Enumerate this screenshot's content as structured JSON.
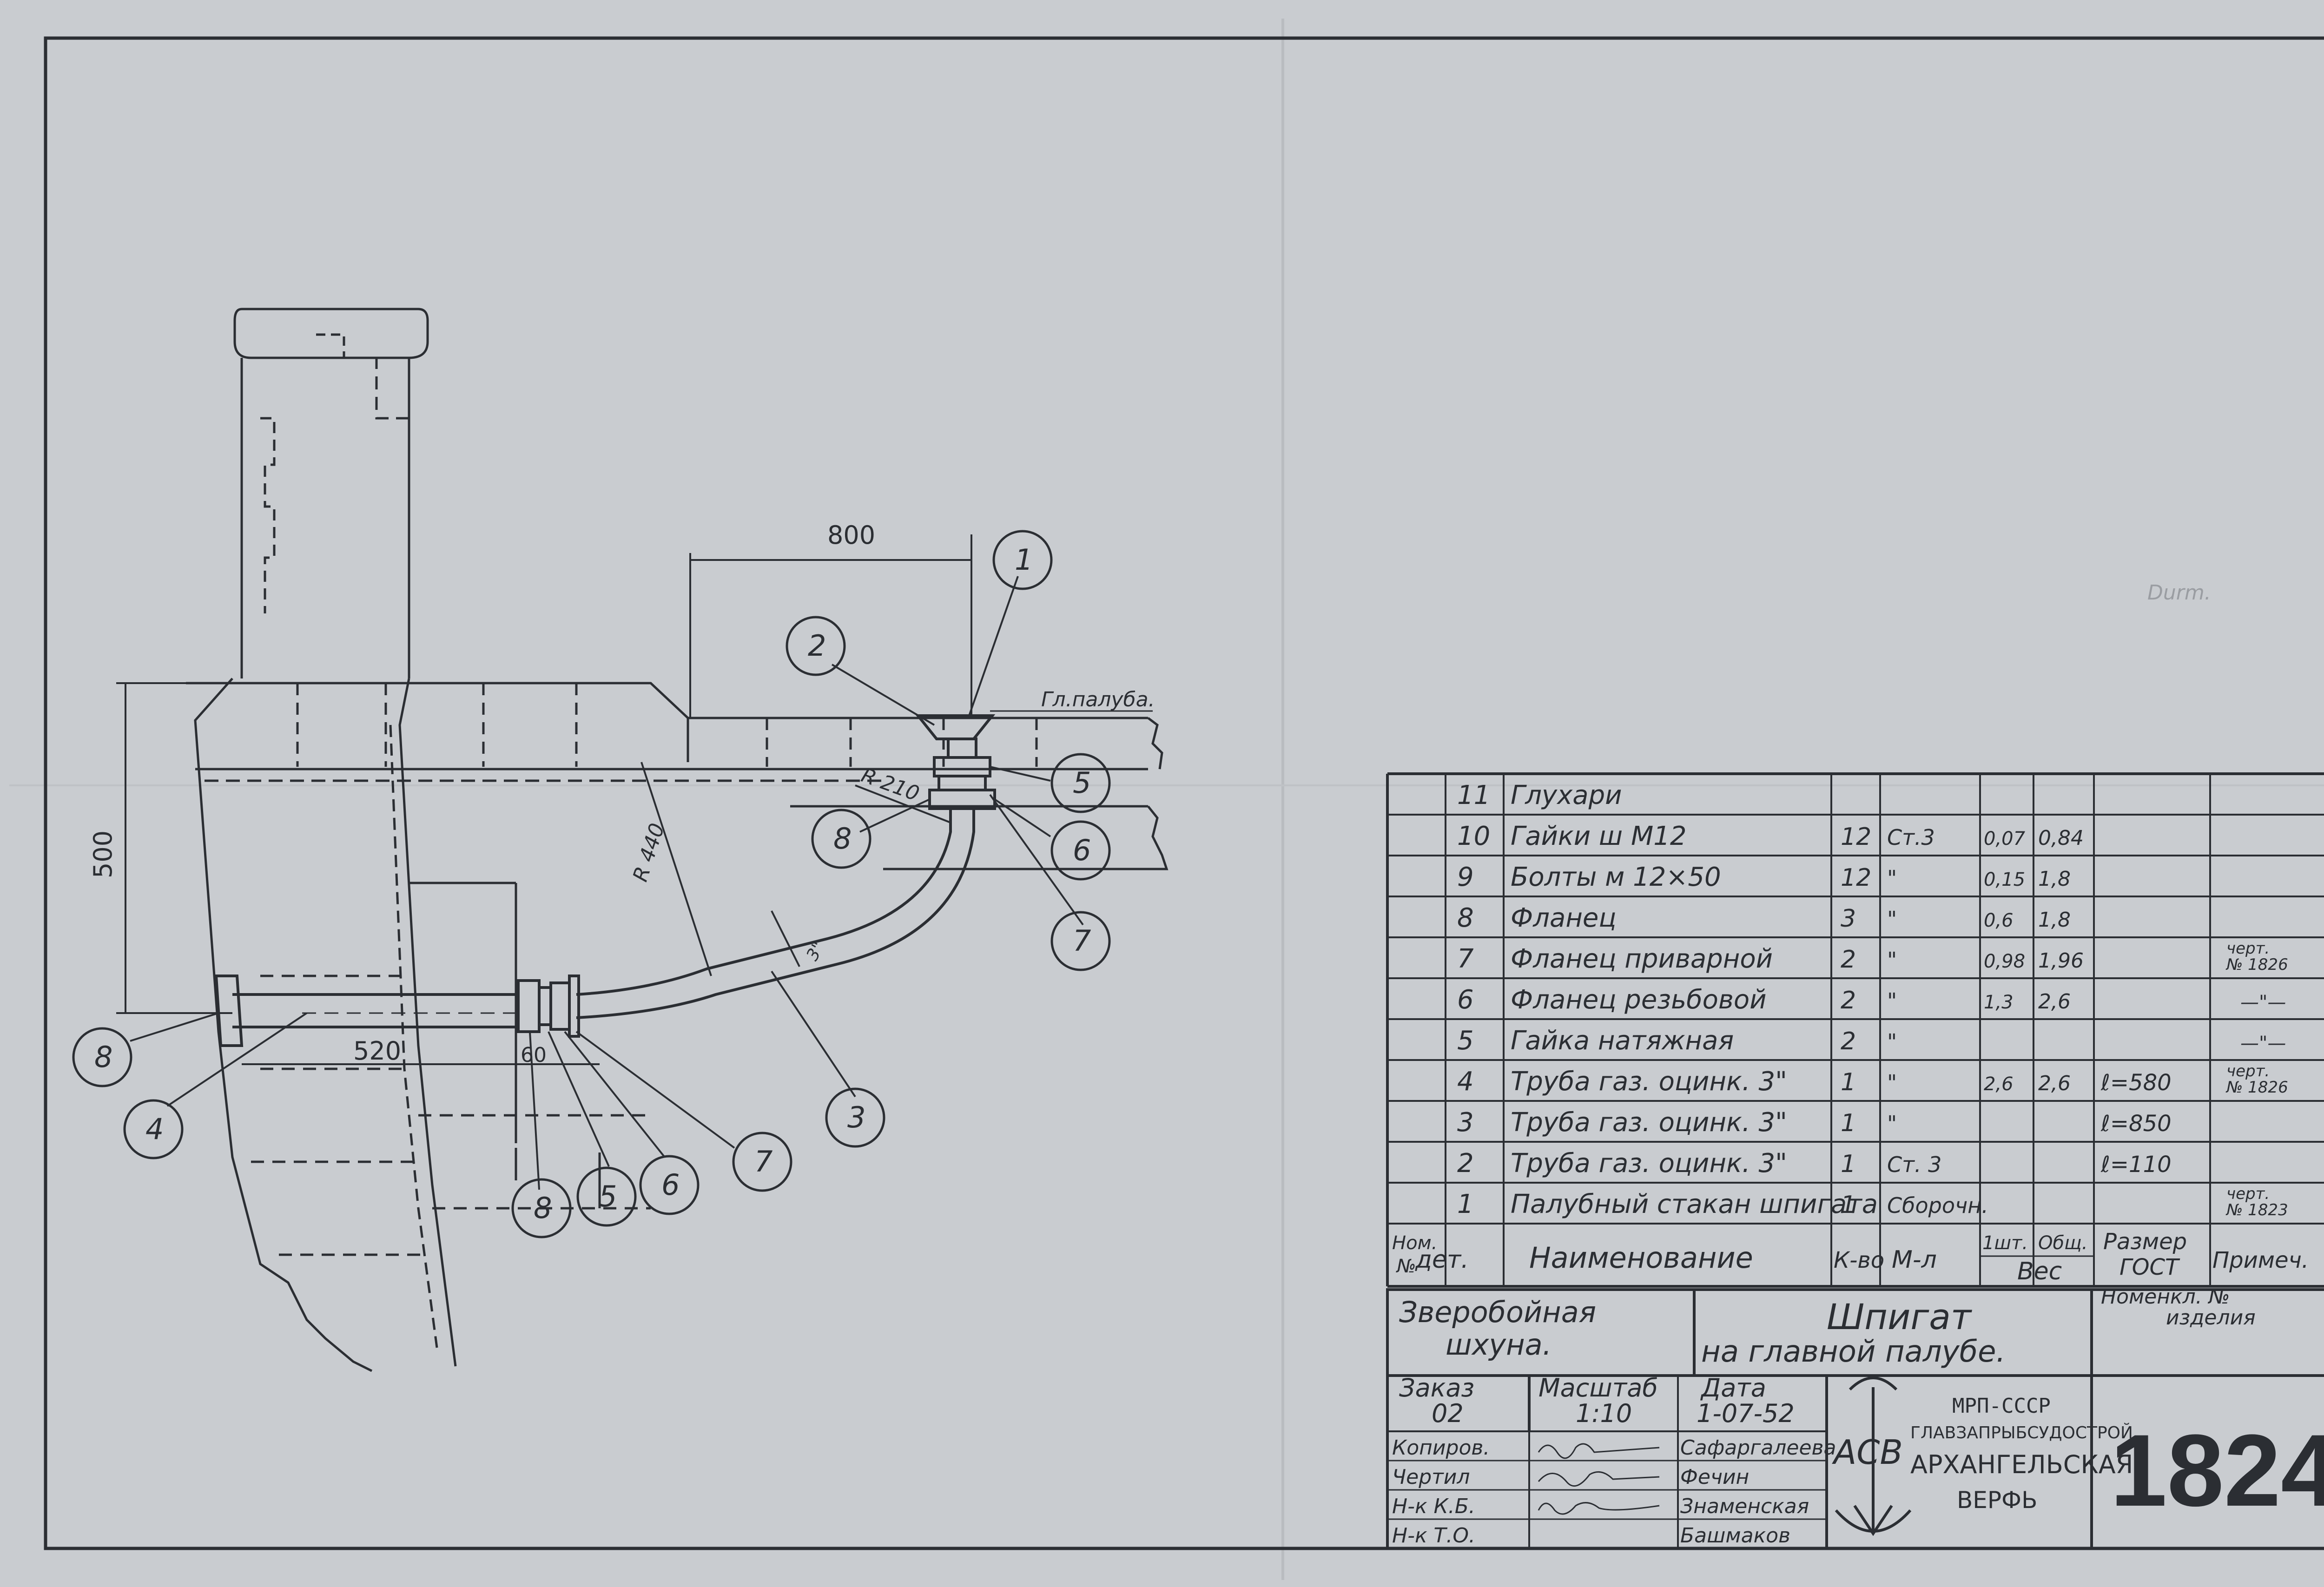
{
  "drawing": {
    "dimensions": {
      "d800": "800",
      "d500": "500",
      "d520": "520",
      "d60": "60",
      "r440": "R 440",
      "r210": "R 210",
      "pipe": "3\""
    },
    "deck_label": "Гл.палуба.",
    "margin_note": "Durm.",
    "callouts": {
      "top": [
        "1",
        "2",
        "5",
        "6",
        "7",
        "8"
      ],
      "left": [
        "8",
        "4",
        "3",
        "7",
        "6",
        "5",
        "8"
      ]
    }
  },
  "parts_table": {
    "rows": [
      {
        "no": "11",
        "name": "Глухари",
        "qty": "",
        "material": "",
        "unit_w": "",
        "total_w": "",
        "size": "",
        "note": ""
      },
      {
        "no": "10",
        "name": "Гайки ш М12",
        "qty": "12",
        "material": "Ст.3",
        "unit_w": "0,07",
        "total_w": "0,84",
        "size": "",
        "note": ""
      },
      {
        "no": "9",
        "name": "Болты м 12×50",
        "qty": "12",
        "material": "\"",
        "unit_w": "0,15",
        "total_w": "1,8",
        "size": "",
        "note": ""
      },
      {
        "no": "8",
        "name": "Фланец",
        "qty": "3",
        "material": "\"",
        "unit_w": "0,6",
        "total_w": "1,8",
        "size": "",
        "note": ""
      },
      {
        "no": "7",
        "name": "Фланец приварной",
        "qty": "2",
        "material": "\"",
        "unit_w": "0,98",
        "total_w": "1,96",
        "size": "",
        "note": "черт. № 1826"
      },
      {
        "no": "6",
        "name": "Фланец резьбовой",
        "qty": "2",
        "material": "\"",
        "unit_w": "1,3",
        "total_w": "2,6",
        "size": "",
        "note": "—\"—"
      },
      {
        "no": "5",
        "name": "Гайка натяжная",
        "qty": "2",
        "material": "\"",
        "unit_w": "",
        "total_w": "",
        "size": "",
        "note": "—\"—"
      },
      {
        "no": "4",
        "name": "Труба газ. оцинк. 3\"",
        "qty": "1",
        "material": "\"",
        "unit_w": "2,6",
        "total_w": "2,6",
        "size": "ℓ=580",
        "note": "черт. № 1826"
      },
      {
        "no": "3",
        "name": "Труба газ. оцинк. 3\"",
        "qty": "1",
        "material": "\"",
        "unit_w": "",
        "total_w": "",
        "size": "ℓ=850",
        "note": ""
      },
      {
        "no": "2",
        "name": "Труба газ. оцинк. 3\"",
        "qty": "1",
        "material": "Ст. 3",
        "unit_w": "",
        "total_w": "",
        "size": "ℓ=110",
        "note": ""
      },
      {
        "no": "1",
        "name": "Палубный стакан шпигата",
        "qty": "1",
        "material": "Сборочн.",
        "unit_w": "",
        "total_w": "",
        "size": "",
        "note": "черт. № 1823"
      }
    ],
    "header": {
      "no": "Ном. №",
      "det": "дет.",
      "name": "Наименование",
      "qty": "К-во",
      "material": "М-л",
      "unit": "1шт.",
      "total": "Общ.",
      "weight": "Вес",
      "size": "Размер ГОСТ",
      "note": "Примеч."
    }
  },
  "title_block": {
    "vessel": [
      "Зверобойная",
      "шхуна."
    ],
    "title": [
      "Шпигат",
      "на главной палубе."
    ],
    "nomenclature": [
      "Номенкл. №",
      "изделия"
    ],
    "order_label": "Заказ",
    "order_value": "02",
    "scale_label": "Масштаб",
    "scale_value": "1:10",
    "date_label": "Дата",
    "date_value": "1-07-52",
    "roles": [
      {
        "role": "Копиров.",
        "name": "Сафаргалеева"
      },
      {
        "role": "Чертил",
        "name": "Фечин"
      },
      {
        "role": "Н-к К.Б.",
        "name": "Знаменская"
      },
      {
        "role": "Н-к Т.О.",
        "name": "Башмаков"
      }
    ],
    "org": [
      "МРП-СССР",
      "ГЛАВЗАПРЫБСУДОСТРОЙ",
      "АРХАНГЕЛЬСКАЯ",
      "ВЕРФЬ"
    ],
    "logo_letters": "АСВ",
    "drawing_number": "1824"
  }
}
